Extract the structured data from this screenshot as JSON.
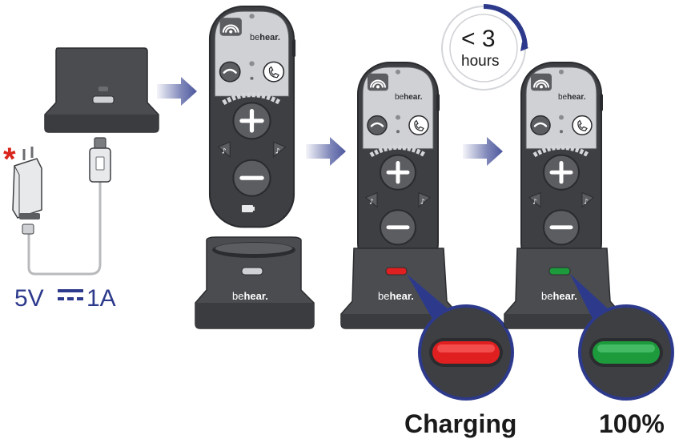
{
  "power": {
    "spec_left": "5V",
    "spec_right": "1A",
    "asterisk": "*"
  },
  "brand": {
    "logo_prefix": "be",
    "logo_suffix": "hear."
  },
  "timer": {
    "value": "< 3",
    "unit": "hours",
    "elapsed_fraction": 0.25
  },
  "states": {
    "charging_label": "Charging",
    "charging_led_color": "#e02020",
    "full_label": "100%",
    "full_led_color": "#1d9a3c"
  },
  "colors": {
    "arrow": "#2d3a8c",
    "accent_blue": "#2d3a8c",
    "asterisk_red": "#d9241c",
    "dark_gray": "#3d3f42",
    "light_gray": "#d3d5d8"
  },
  "icons": {
    "power_adapter": "usb-wall-adapter-icon",
    "dock": "charging-dock-icon",
    "remote": "remote-control-icon",
    "arrow": "right-arrow-icon",
    "timer": "clock-timer-icon",
    "battery": "battery-icon",
    "hearing": "hearing-waves-icon",
    "phone_hang": "hang-up-icon",
    "phone_call": "phone-icon",
    "note": "music-note-icon"
  }
}
